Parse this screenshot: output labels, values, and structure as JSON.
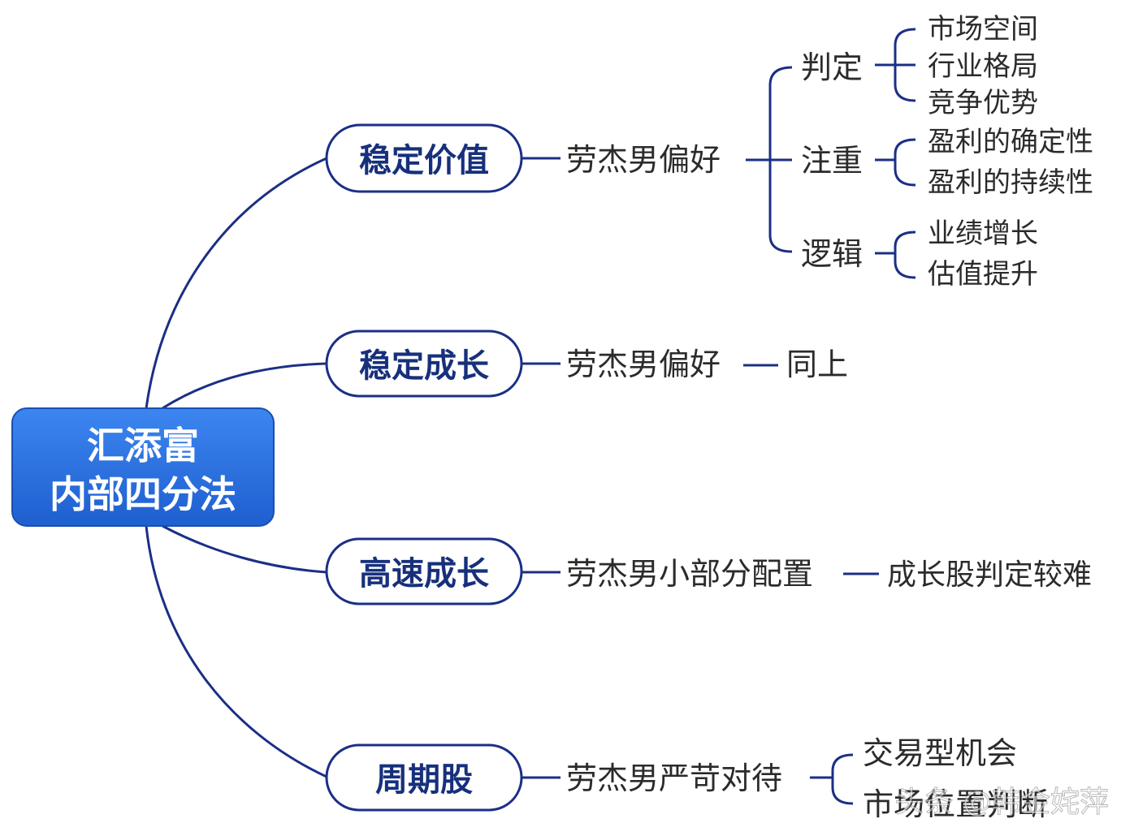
{
  "colors": {
    "line": "#1b2f86",
    "branch_text": "#17307c",
    "leaf_text": "#2b2b2b",
    "root_fill_top": "#3c86f0",
    "root_fill_bottom": "#1f5fd0",
    "root_text": "#ffffff"
  },
  "root": {
    "line1": "汇添富",
    "line2": "内部四分法"
  },
  "branches": [
    {
      "label": "稳定价值",
      "desc": "劳杰男偏好"
    },
    {
      "label": "稳定成长",
      "desc": "劳杰男偏好",
      "note": "同上"
    },
    {
      "label": "高速成长",
      "desc": "劳杰男小部分配置",
      "note": "成长股判定较难"
    },
    {
      "label": "周期股",
      "desc": "劳杰男严苛对待",
      "children": [
        "交易型机会",
        "市场位置判断"
      ]
    }
  ],
  "value_details": [
    {
      "label": "判定",
      "items": [
        "市场空间",
        "行业格局",
        "竞争优势"
      ]
    },
    {
      "label": "注重",
      "items": [
        "盈利的确定性",
        "盈利的持续性"
      ]
    },
    {
      "label": "逻辑",
      "items": [
        "业绩增长",
        "估值提升"
      ]
    }
  ],
  "watermark": "头条 @韩金姹萍"
}
